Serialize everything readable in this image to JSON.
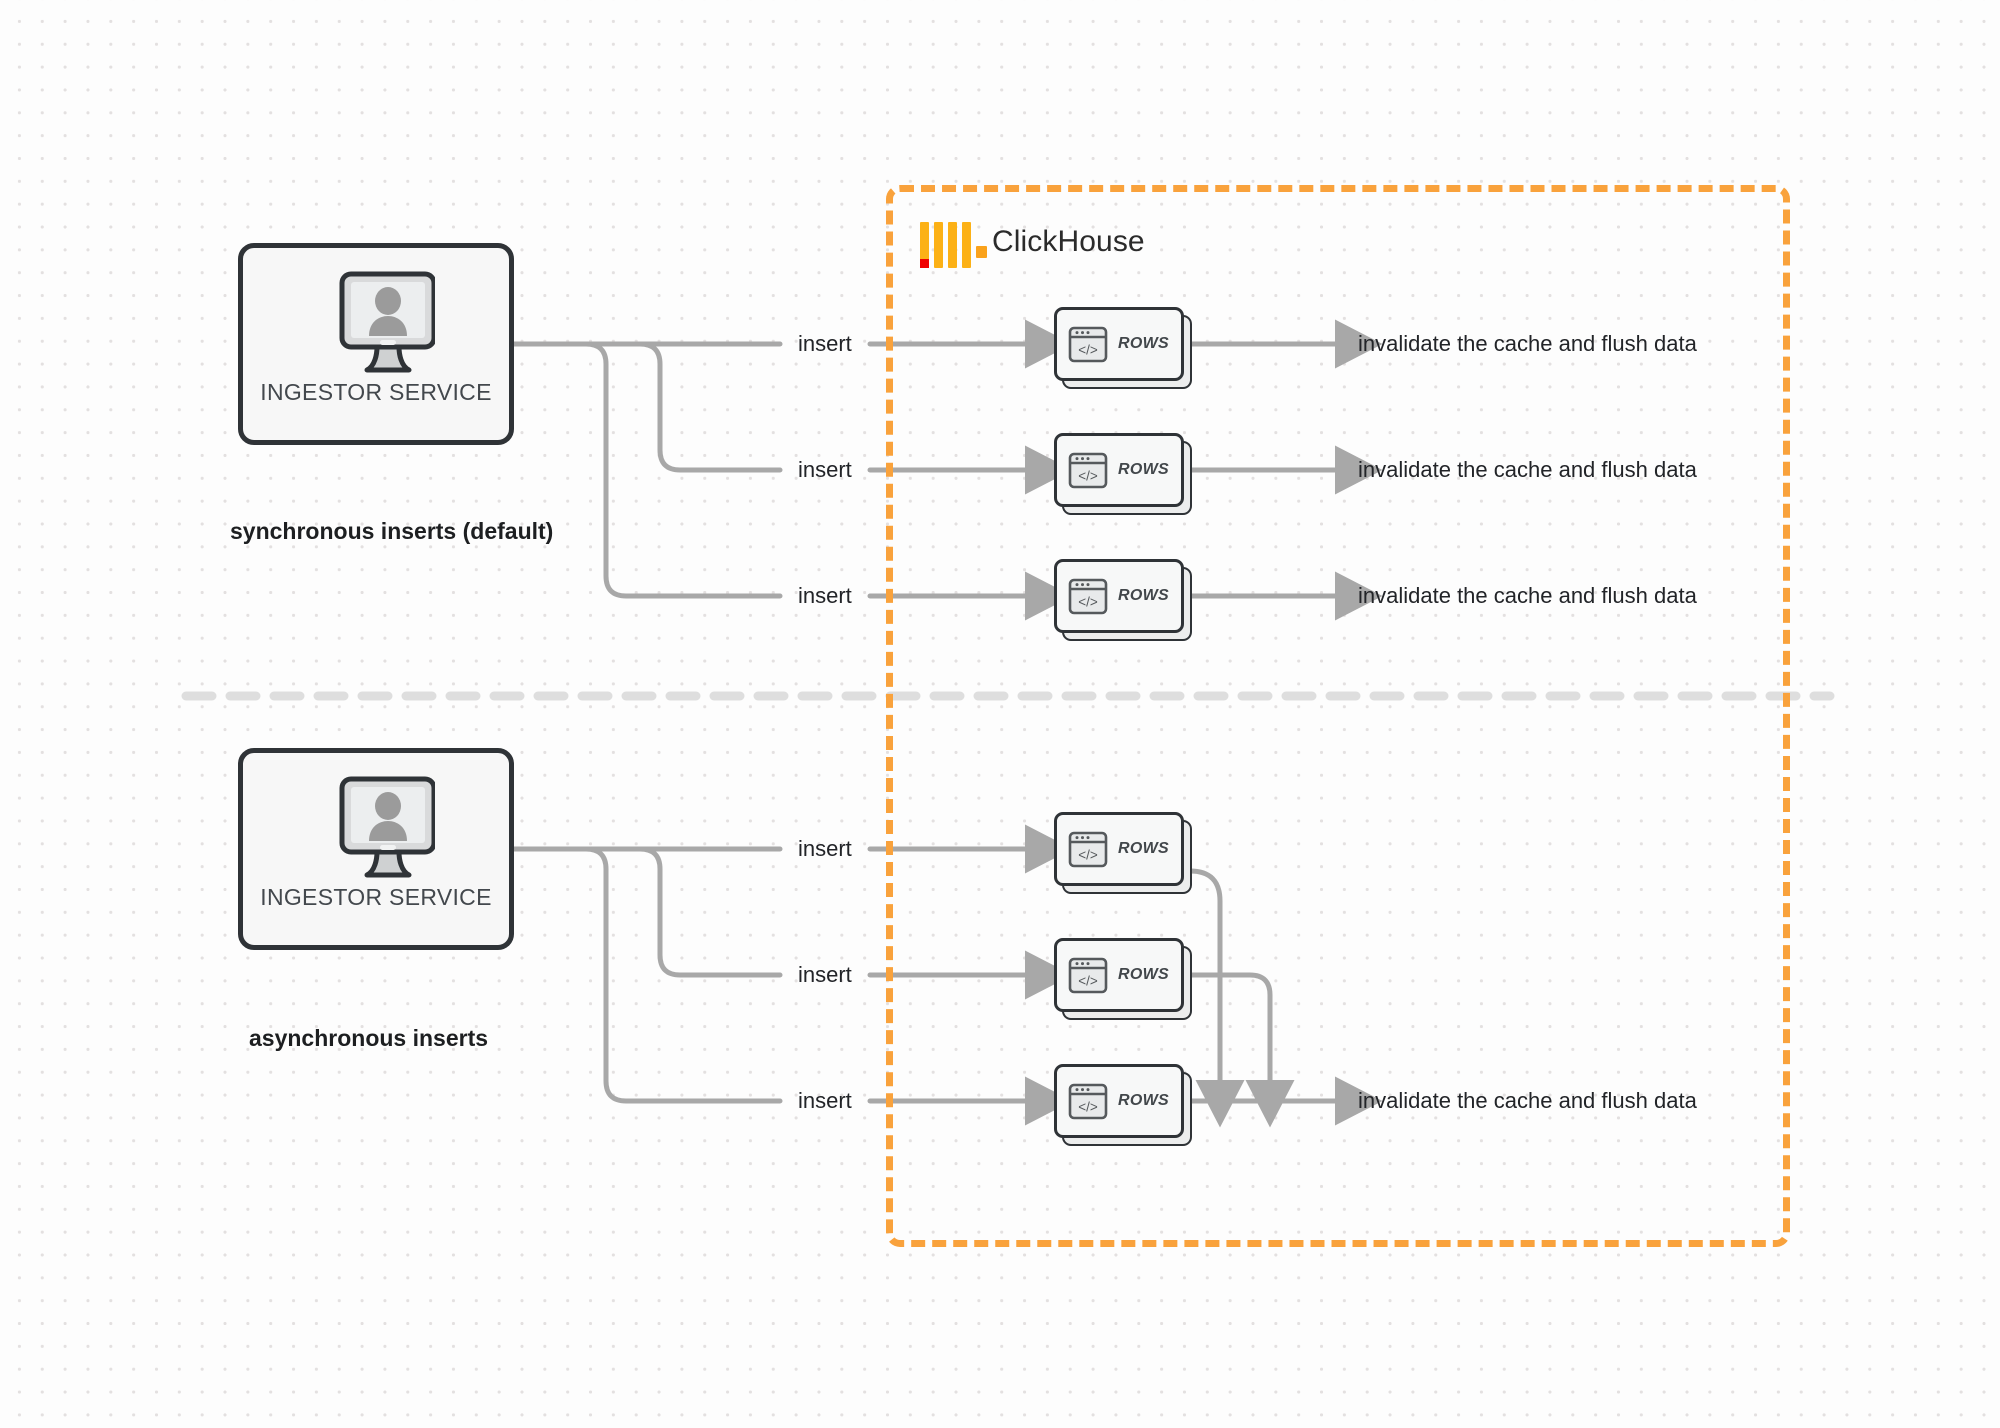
{
  "diagram": {
    "title": "ClickHouse synchronous vs asynchronous inserts",
    "background_color": "#fdfdfd",
    "accent_color": "#f9a23c",
    "line_color": "#a8a8a8",
    "node_border_color": "#2f3337"
  },
  "boundary": {
    "name": "ClickHouse",
    "label": "ClickHouse",
    "border_style": "dashed",
    "border_color": "#f9a23c",
    "logo": {
      "name": "clickhouse-logo",
      "bars": 4,
      "bar_color": "#fcb116",
      "accent_square_color": "#f00000",
      "side_square_color": "#faa21b"
    }
  },
  "sections": [
    {
      "id": "sync",
      "label": "synchronous inserts (default)",
      "source": {
        "caption": "INGESTOR SERVICE",
        "icon": "monitor-user-icon"
      },
      "rows": [
        {
          "insert_label": "insert",
          "node_label": "ROWS",
          "node_icon": "code-window-icon",
          "outcome_label": "invalidate the cache and flush data"
        },
        {
          "insert_label": "insert",
          "node_label": "ROWS",
          "node_icon": "code-window-icon",
          "outcome_label": "invalidate the cache and flush data"
        },
        {
          "insert_label": "insert",
          "node_label": "ROWS",
          "node_icon": "code-window-icon",
          "outcome_label": "invalidate the cache and flush data"
        }
      ]
    },
    {
      "id": "async",
      "label": "asynchronous inserts",
      "source": {
        "caption": "INGESTOR SERVICE",
        "icon": "monitor-user-icon"
      },
      "rows": [
        {
          "insert_label": "insert",
          "node_label": "ROWS",
          "node_icon": "code-window-icon",
          "outcome_label": ""
        },
        {
          "insert_label": "insert",
          "node_label": "ROWS",
          "node_icon": "code-window-icon",
          "outcome_label": ""
        },
        {
          "insert_label": "insert",
          "node_label": "ROWS",
          "node_icon": "code-window-icon",
          "outcome_label": "invalidate the cache and flush data"
        }
      ],
      "merged_outcome_label": "invalidate the cache and flush data"
    }
  ]
}
